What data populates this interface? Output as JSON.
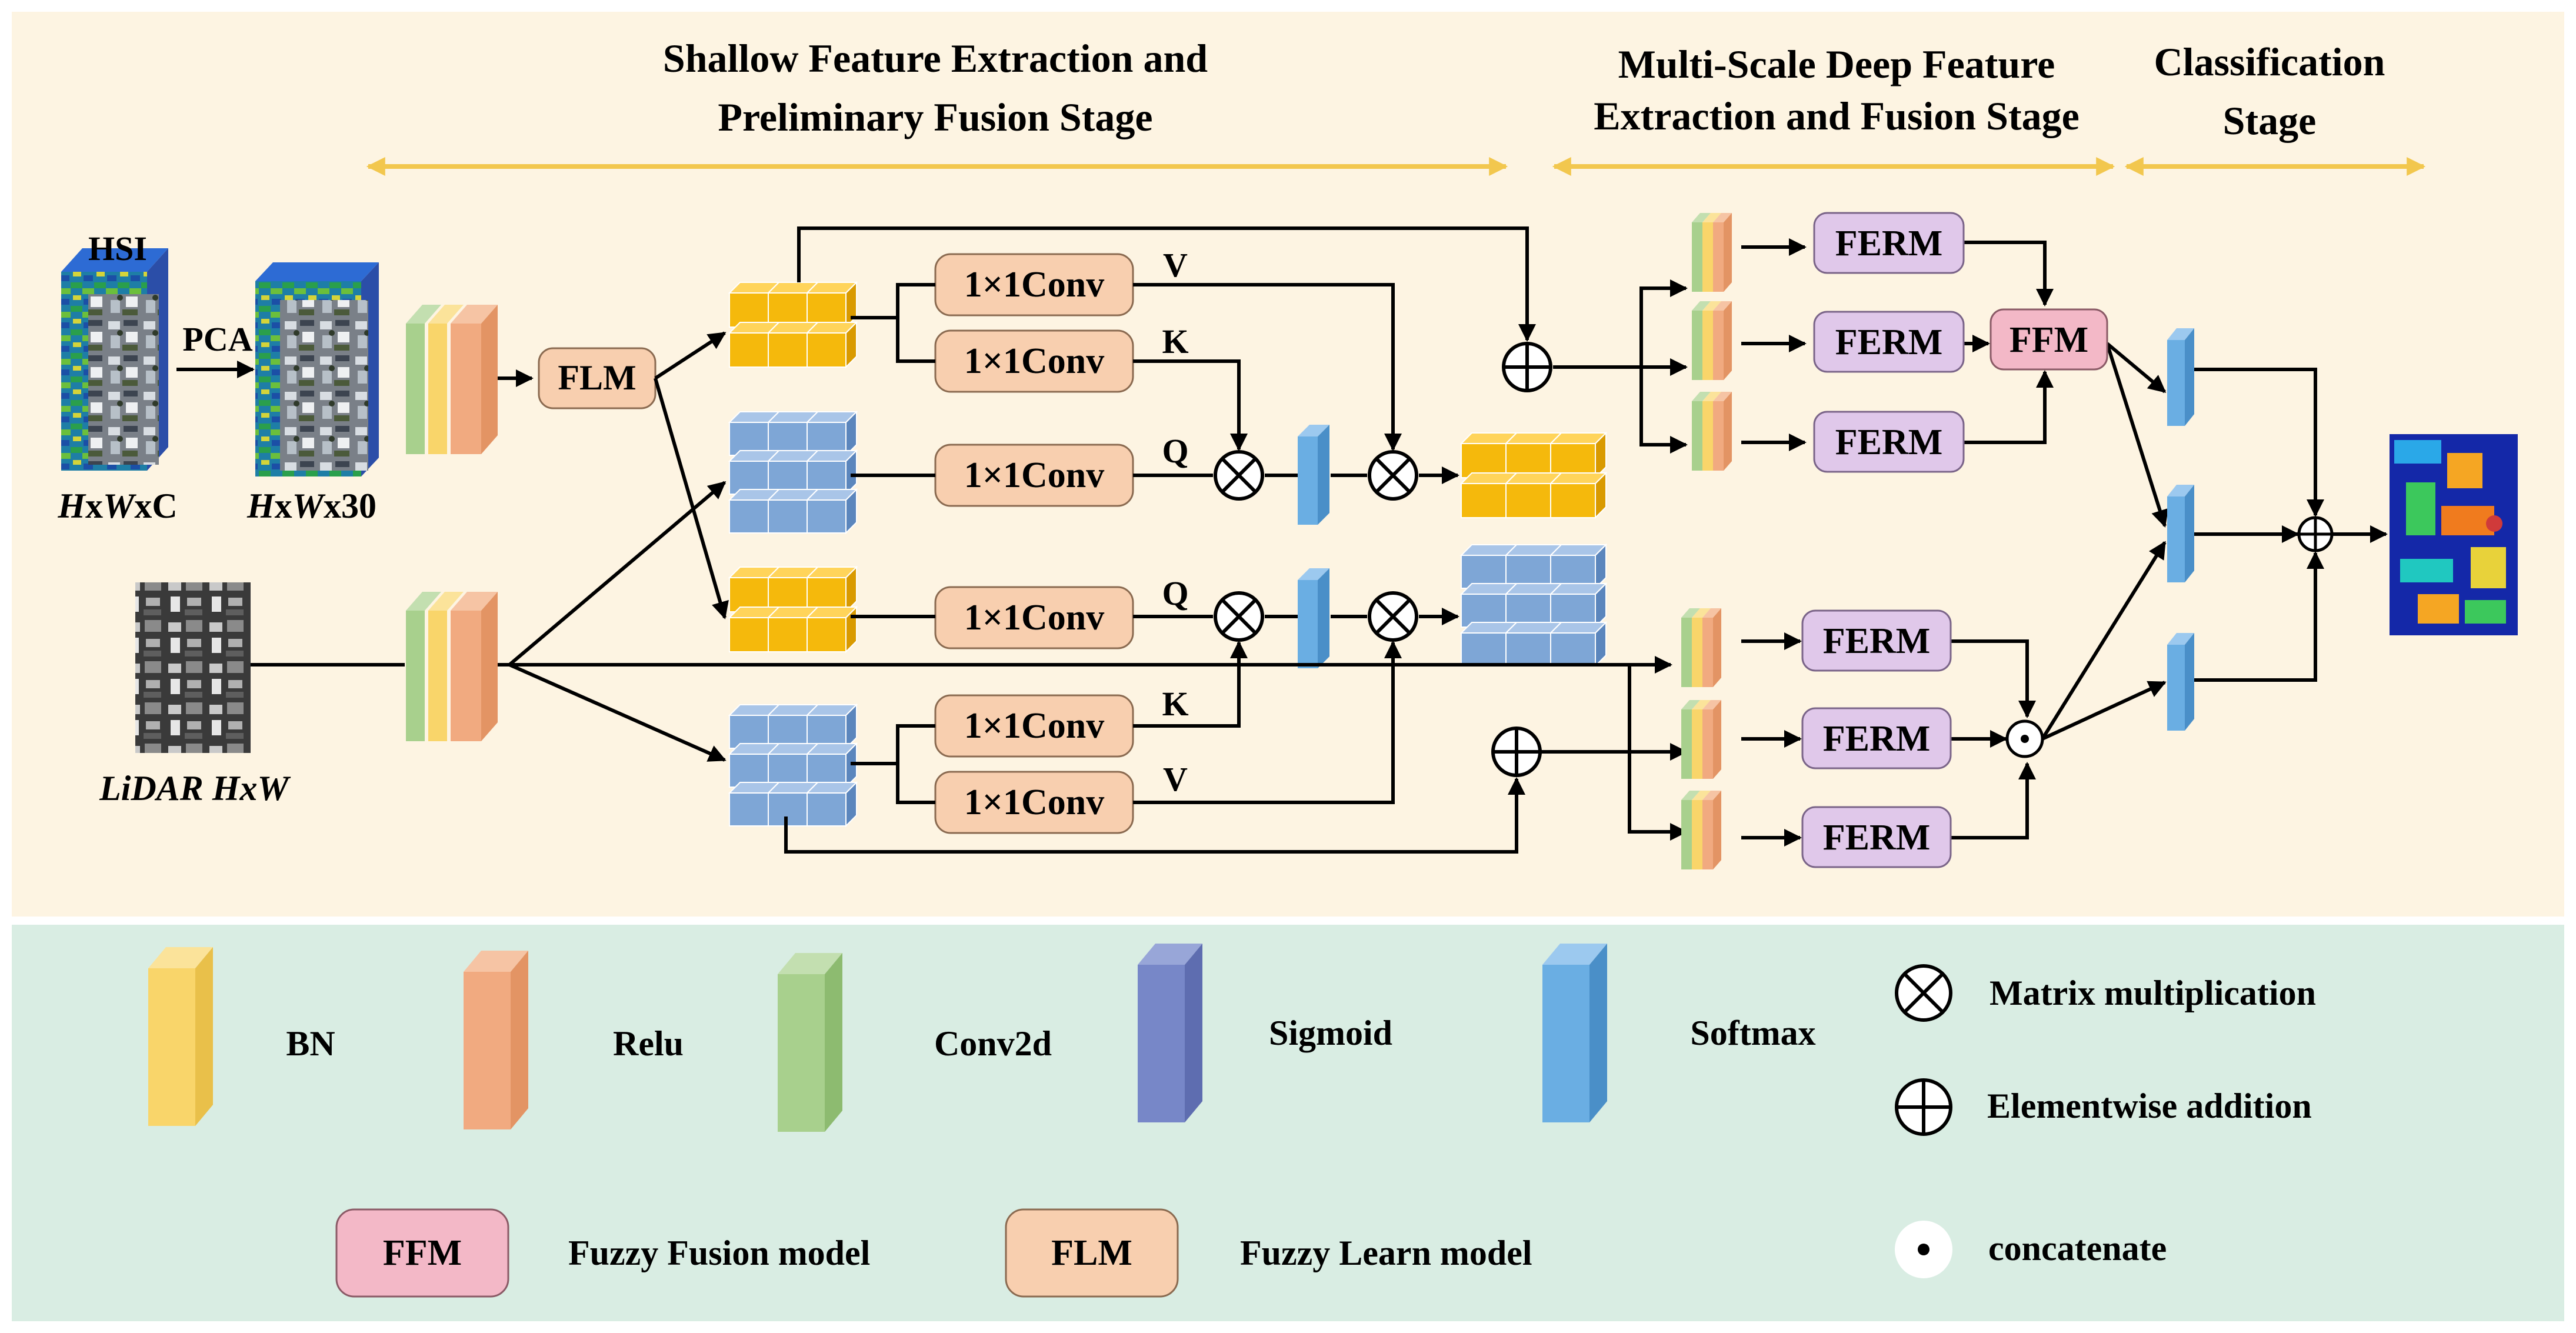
{
  "stages": {
    "shallow": [
      "Shallow Feature Extraction and",
      "Preliminary Fusion Stage"
    ],
    "deep": [
      "Multi-Scale Deep Feature",
      "Extraction and Fusion Stage"
    ],
    "classification": [
      "Classification",
      "Stage"
    ]
  },
  "inputs": {
    "hsi_label": "HSI",
    "pca_label": "PCA",
    "hsi_dims": [
      "H",
      "x",
      "W",
      "xC"
    ],
    "pca_dims": [
      "H",
      "x",
      "W",
      "x30"
    ],
    "lidar_label": "LiDAR HxW"
  },
  "modules": {
    "flm": "FLM",
    "conv": "1×1Conv",
    "ferm": "FERM",
    "ffm": "FFM"
  },
  "letters": {
    "v": "V",
    "k": "K",
    "q": "Q"
  },
  "legend": {
    "bn": "BN",
    "relu": "Relu",
    "conv2d": "Conv2d",
    "sigmoid": "Sigmoid",
    "softmax": "Softmax",
    "matmul": "Matrix multiplication",
    "add": "Elementwise addition",
    "concat": "concatenate",
    "ffm_abbr": "FFM",
    "ffm_desc": "Fuzzy Fusion model",
    "flm_abbr": "FLM",
    "flm_desc": "Fuzzy Learn model"
  },
  "colors": {
    "top_bg": "#fdf4e2",
    "bottom_bg": "#d9ede3",
    "stage_arrow": "#f2c74e",
    "bn": "#f9d56a",
    "relu": "#f1aa80",
    "conv2d": "#a8d08d",
    "sigmoid": "#7787c8",
    "softmax": "#6aaee3",
    "flm_box": "#f8cfaf",
    "ferm_box": "#e0c8ea",
    "ffm_box": "#f3b8c7",
    "cube_yellow": "#f5b90c",
    "cube_blue": "#7ea6d6"
  },
  "icons": [
    "hsi-cube-icon",
    "lidar-image-icon",
    "classification-map-icon",
    "matrix-multiplication-icon",
    "elementwise-addition-icon",
    "concatenate-icon",
    "feature-cube-icon"
  ]
}
